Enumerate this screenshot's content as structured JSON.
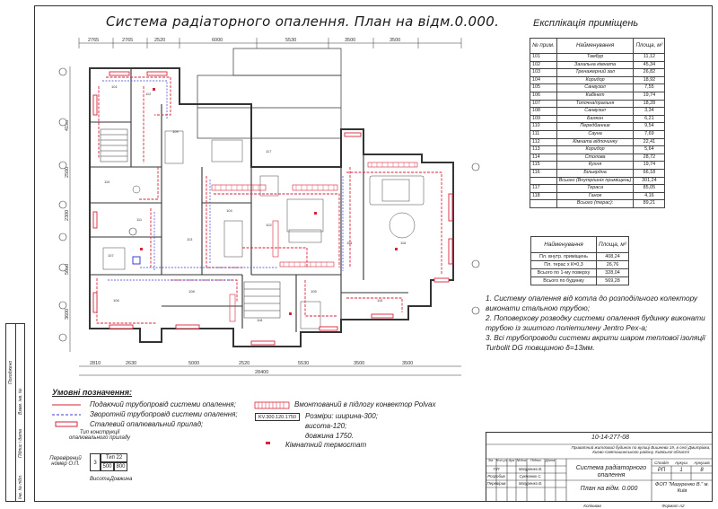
{
  "title": "Система радіаторного опалення. План на відм.0.000.",
  "explication": {
    "title": "Експлікація приміщень",
    "headers": [
      "№ прим.",
      "Найменування",
      "Площа, м²"
    ],
    "rows": [
      [
        "101",
        "Тамбур",
        "11,12"
      ],
      [
        "102",
        "Загальна кімната",
        "45,34"
      ],
      [
        "103",
        "Тренажерний зал",
        "26,82"
      ],
      [
        "104",
        "Коридор",
        "18,92"
      ],
      [
        "105",
        "Санвузол",
        "7,55"
      ],
      [
        "106",
        "Кабінет",
        "19,74"
      ],
      [
        "107",
        "Топочна/пральня",
        "18,28"
      ],
      [
        "108",
        "Санвузол",
        "3,34"
      ],
      [
        "109",
        "Балкон",
        "6,21"
      ],
      [
        "110",
        "Передбанник",
        "9,54"
      ],
      [
        "111",
        "Сауна",
        "7,69"
      ],
      [
        "112",
        "Кімната відпочинку",
        "22,41"
      ],
      [
        "113",
        "Коридор",
        "5,64"
      ],
      [
        "114",
        "Столова",
        "28,72"
      ],
      [
        "115",
        "Кухня",
        "19,74"
      ],
      [
        "116",
        "Більярдна",
        "66,18"
      ],
      [
        "",
        "Всього (Внутрішніх приміщень)",
        "301,24"
      ],
      [
        "117",
        "Тераса",
        "85,05"
      ],
      [
        "118",
        "Ганок",
        "4,16"
      ],
      [
        "",
        "Всього (терас):",
        "89,21"
      ]
    ]
  },
  "summary": {
    "headers": [
      "Найменування",
      "Площа, м²"
    ],
    "rows": [
      [
        "Пл. внутр. приміщень",
        "408,24"
      ],
      [
        "Пл. терас х К=0,3",
        "26,76"
      ],
      [
        "Всього по 1-му поверху",
        "328,04"
      ],
      [
        "Всього по будинку",
        "569,28"
      ]
    ]
  },
  "notes": [
    "1. Систему опалення від котла до розподільчого колектору виконати стальною трубою;",
    "2. Поповерхову розводку системи опалення будинку виконати трубою із зшитого поліетилену Jentro Pex-a;",
    "3. Всі трубопроводи системи вкрити шаром теплової ізоляції Turbolit DG товщиною δ=13мм."
  ],
  "legend": {
    "title": "Умовні позначення:",
    "items": [
      "Подаючий трубопровід системи опалення;",
      "Зворотній трубопровід системи опалення;",
      "Сталевий опалювальний прилад;",
      "Вмонтований в підлогу конвектор Polvax",
      "Розміри: ширина-300;",
      "висота-120;",
      "довжина 1750.",
      "Кімнатний термостат"
    ],
    "convector_code": "KV.300.120.1750",
    "radiator_caption": "Тип конструкції опалювального приладу",
    "radiator_type": "3",
    "radiator_name": "Тип 22",
    "radiator_size_1": "500",
    "radiator_size_2": "800",
    "axis_height": "Висота",
    "axis_length": "Довжина",
    "author_label": "Перевірений номер О.П."
  },
  "stamp": {
    "code": "10-14-277-08",
    "project": "Приватний житловий будинок по вулиці Вишнева 19, в селі Дмитрівка, Києво-Святошинського району, Київської області",
    "sheet_title": "Система радіаторного опалення",
    "plan_title": "План на відм. 0.000",
    "stage_label": "Стадія",
    "sheet_label": "Аркуш",
    "sheets_label": "Аркушів",
    "stage": "РП",
    "sheet": "1",
    "sheets": "8",
    "org": "ФОП \"Мазуренко В.\" м. Київ",
    "roles": [
      "ГІП",
      "Розробив",
      "Перевірив"
    ],
    "names": [
      "Мазуренко В.",
      "Сукманюк С.",
      "Мазуренко В."
    ],
    "header_cells": [
      "Зм.",
      "Кол.уч",
      "Арк",
      "№док",
      "Підпис",
      "Дата"
    ],
    "copied": "Копіював",
    "format": "Формат А2"
  },
  "dimensions": {
    "top": [
      "2765",
      "2765",
      "2520",
      "6000",
      "5530",
      "3500",
      "3500"
    ],
    "bottom": [
      "2810",
      "2630",
      "5000",
      "2520",
      "5530",
      "3500",
      "3500"
    ],
    "bottom_total": "28400",
    "left": [
      "4198",
      "2500",
      "2300",
      "5680",
      "3600"
    ]
  },
  "side_labels": [
    "Погоджено",
    "Взам. інв. №",
    "Підпис і дата",
    "Інв. № підл."
  ],
  "colors": {
    "supply": "#d9233a",
    "return": "#3b3bd1",
    "line": "#333333",
    "convector": "#d9233a"
  }
}
